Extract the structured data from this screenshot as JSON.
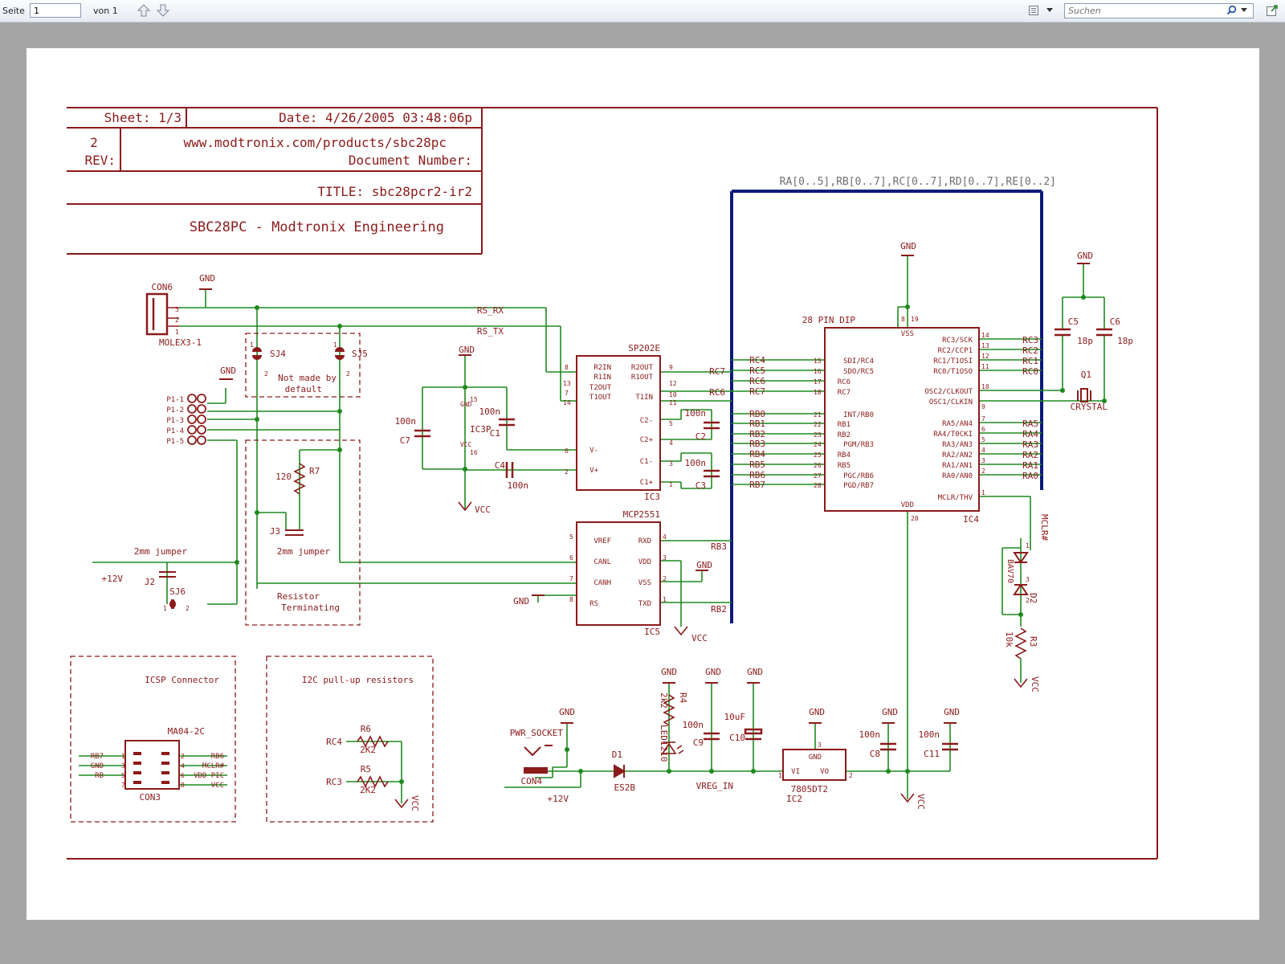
{
  "toolbar": {
    "page_label": "Seite",
    "page_value": "1",
    "page_of": "von 1",
    "search_placeholder": "Suchen"
  },
  "title_block": {
    "date": "Date:  4/26/2005 03:48:06p",
    "sheet": "Sheet: 1/3",
    "document_number": "Document Number:",
    "url": "www.modtronix.com/products/sbc28pc",
    "rev": "REV:",
    "rev_value": "2",
    "title": "TITLE:   sbc28pcr2-ir2",
    "company": "SBC28PC - Modtronix Engineering"
  },
  "bus_label": "RA[0..5],RB[0..7],RC[0..7],RD[0..7],RE[0..2]",
  "con6": {
    "name": "CON6",
    "part": "MOLEX3-1",
    "gnd": "GND",
    "p3": "3",
    "p2": "2",
    "p1": "1"
  },
  "nets": {
    "rs_rx": "RS_RX",
    "rs_tx": "RS_TX",
    "rc7": "RC7",
    "rc6": "RC6",
    "rb3": "RB3",
    "rb2": "RB2",
    "mclr": "MCLR#",
    "vreg_in": "VREG_IN",
    "plus12": "+12V",
    "vcc": "VCC",
    "gnd": "GND"
  },
  "jumpers": {
    "sj4": "SJ4",
    "sj5": "SJ5",
    "not_made": "Not made by",
    "default": "default",
    "sj6": "SJ6",
    "j2": "J2",
    "j3": "J3",
    "jumper_2mm": "2mm jumper",
    "r7": "R7",
    "r7_val": "120",
    "terminating": "Terminating",
    "resistor": "Resistor",
    "one": "1",
    "two": "2"
  },
  "p1": {
    "gnd": "GND",
    "pins": [
      "P1-1",
      "P1-2",
      "P1-3",
      "P1-4",
      "P1-5"
    ],
    "nums": [
      "1",
      "2",
      "3",
      "4",
      "5"
    ]
  },
  "ic3": {
    "name": "SP202E",
    "ref": "IC3",
    "left_pins": [
      "R2OUT",
      "R1OUT",
      "T1IN",
      "C2-",
      "C2+",
      "C1-",
      "C1+"
    ],
    "left_nums": [
      "9",
      "12",
      "10",
      "11",
      "5",
      "4",
      "3",
      "1"
    ],
    "right_pins": [
      "R2IN",
      "R1IN",
      "T2OUT",
      "T1OUT",
      "V-",
      "V+"
    ],
    "right_nums": [
      "8",
      "13",
      "7",
      "14",
      "6",
      "2"
    ],
    "gnd_pin": "GND",
    "vcc_pin": "VCC",
    "gnd_num": "15",
    "vcc_num": "16",
    "icsp": "IC3P"
  },
  "caps_sp": {
    "c7": "C7",
    "c7_val": "100n",
    "c1": "C1",
    "c1_val": "100n",
    "c4": "C4",
    "c4_val": "100n",
    "c2": "C2",
    "c2_val": "100n",
    "c3": "C3",
    "c3_val": "100n"
  },
  "ic5": {
    "name": "MCP2551",
    "ref": "IC5",
    "left_pins": [
      "RXD",
      "VDD",
      "VSS",
      "TXD"
    ],
    "left_nums": [
      "4",
      "3",
      "2",
      "1"
    ],
    "right_pins": [
      "VREF",
      "CANL",
      "CANH",
      "RS"
    ],
    "right_nums": [
      "5",
      "6",
      "7",
      "8"
    ]
  },
  "ic4": {
    "ref": "IC4",
    "name": "28 PIN DIP",
    "vss": "VSS",
    "vdd": "VDD",
    "vss_nums": [
      "19",
      "8"
    ],
    "vdd_num": "20",
    "left_pins": [
      "RC3/SCK",
      "RC2/CCP1",
      "RC1/T1OSI",
      "RC0/T1OSO",
      "OSC2/CLKOUT",
      "OSC1/CLKIN",
      "RA5/AN4",
      "RA4/T0CKI",
      "RA3/AN3",
      "RA2/AN2",
      "RA1/AN1",
      "RA0/AN0",
      "MCLR/THV"
    ],
    "left_nums": [
      "14",
      "13",
      "12",
      "11",
      "10",
      "9",
      "7",
      "6",
      "5",
      "4",
      "3",
      "2",
      "1"
    ],
    "left_nets": [
      "RC3",
      "RC2",
      "RC1",
      "RC0",
      "RA5",
      "RA4",
      "RA3",
      "RA2",
      "RA1",
      "RA0"
    ],
    "right_pins": [
      "SDI/RC4",
      "SDO/RC5",
      "RC6",
      "RC7",
      "INT/RB0",
      "RB1",
      "RB2",
      "PGM/RB3",
      "RB4",
      "RB5",
      "PGC/RB6",
      "PGD/RB7"
    ],
    "right_nums": [
      "15",
      "16",
      "17",
      "18",
      "21",
      "22",
      "23",
      "24",
      "25",
      "26",
      "27",
      "28"
    ],
    "right_nets": [
      "RC4",
      "RC5",
      "RC6",
      "RC7",
      "RB0",
      "RB1",
      "RB2",
      "RB3",
      "RB4",
      "RB5",
      "RB6",
      "RB7"
    ]
  },
  "osc": {
    "c5": "C5",
    "c6": "C6",
    "val": "18p",
    "q1": "Q1",
    "crystal": "CRYSTAL",
    "gnd": "GND"
  },
  "mclr_circuit": {
    "d2": "D2",
    "bav70": "BAV70",
    "r3": "R3",
    "r3_val": "10k",
    "one": "1",
    "two": "2",
    "three": "3"
  },
  "power": {
    "pwr_socket": "PWR_SOCKET",
    "con4": "CON4",
    "d1": "D1",
    "es2b": "ES2B",
    "r4": "R4",
    "r4_val": "2k2",
    "led": "LED1210",
    "c9": "C9",
    "c9_val": "100n",
    "c10": "C10",
    "c10_val": "10uF",
    "ic2": "IC2",
    "ic2_part": "7805DT2",
    "vi": "VI",
    "vo": "VO",
    "ic2_gnd": "GND",
    "c8": "C8",
    "c8_val": "100n",
    "c11": "C11",
    "c11_val": "100n",
    "three": "3",
    "one": "1",
    "two": "2"
  },
  "icsp_box": {
    "title": "ICSP Connector",
    "part": "MA04-2C",
    "ref": "CON3",
    "left": [
      "RB7",
      "GND",
      "RB"
    ],
    "left2": [
      "RB6",
      "MCLR#",
      "VDD PIC",
      "VCC"
    ],
    "nums_left": [
      "1",
      "3",
      "5",
      "7"
    ],
    "nums_right": [
      "2",
      "4",
      "6",
      "8"
    ]
  },
  "i2c_box": {
    "title": "I2C pull-up resistors",
    "r6": "R6",
    "r5": "R5",
    "val": "2K2",
    "rc4": "RC4",
    "rc3": "RC3",
    "vcc": "VCC"
  }
}
